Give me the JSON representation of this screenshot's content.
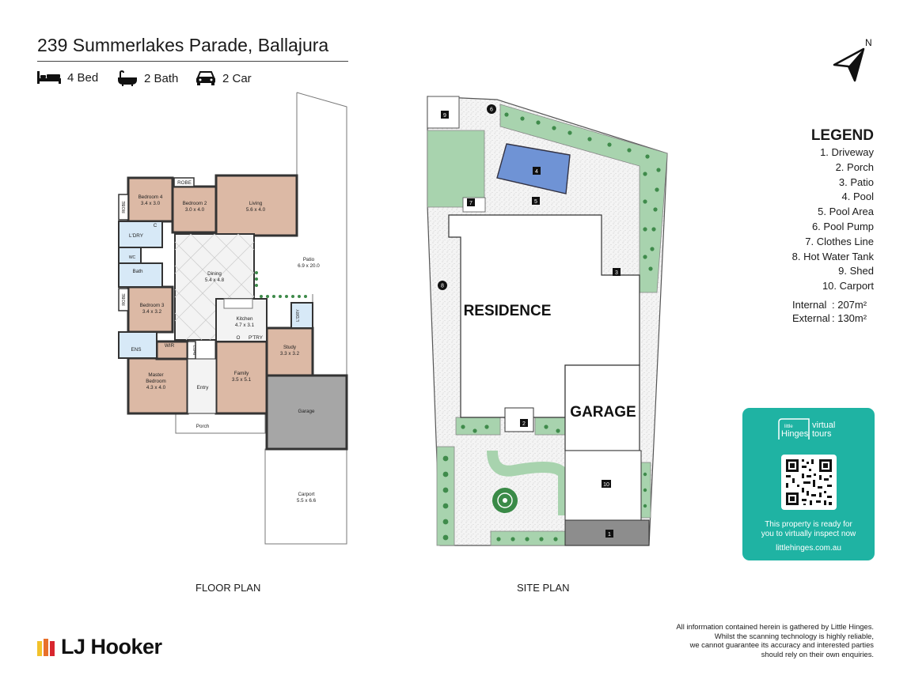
{
  "header": {
    "address": "239 Summerlakes Parade, Ballajura",
    "features": [
      {
        "icon": "bed-icon",
        "label": "4 Bed"
      },
      {
        "icon": "bath-icon",
        "label": "2 Bath"
      },
      {
        "icon": "car-icon",
        "label": "2 Car"
      }
    ]
  },
  "compass": {
    "label": "N"
  },
  "legend": {
    "title": "LEGEND",
    "items": [
      "1. Driveway",
      "2. Porch",
      "3. Patio",
      "4. Pool",
      "5. Pool Area",
      "6. Pool Pump",
      "7. Clothes Line",
      "8. Hot Water Tank",
      "9. Shed",
      "10. Carport"
    ],
    "internal_label": "Internal",
    "internal_value": ": 207m²",
    "external_label": "External",
    "external_value": ": 130m²"
  },
  "floor_plan": {
    "caption": "FLOOR PLAN",
    "rooms": [
      {
        "name": "Bedroom 4",
        "dims": "3.4 x 3.0"
      },
      {
        "name": "Bedroom 2",
        "dims": "3.0 x 4.0"
      },
      {
        "name": "Living",
        "dims": "5.6 x 4.0"
      },
      {
        "name": "Dining",
        "dims": "5.4 x 4.8"
      },
      {
        "name": "Patio",
        "dims": "6.9 x 20.0"
      },
      {
        "name": "Bedroom 3",
        "dims": "3.4 x 3.2"
      },
      {
        "name": "Kitchen",
        "dims": "4.7 x 3.1"
      },
      {
        "name": "Study",
        "dims": "3.3 x 3.2"
      },
      {
        "name": "Master Bedroom",
        "dims": "4.3 x 4.0"
      },
      {
        "name": "Family",
        "dims": "3.5 x 5.1"
      },
      {
        "name": "Carport",
        "dims": "5.5 x 6.6"
      }
    ],
    "labels": {
      "robe": "ROBE",
      "laundry": "L'DRY",
      "c": "C",
      "wc": "WC",
      "bath": "Bath",
      "ens": "ENS",
      "wir": "WIR",
      "cupb": "CUPB",
      "pantry": "P'TRY",
      "o": "O",
      "entry": "Entry",
      "porch": "Porch",
      "garage": "Garage",
      "master": "Master",
      "bedroom": "Bedroom"
    }
  },
  "site_plan": {
    "caption": "SITE PLAN",
    "residence": "RESIDENCE",
    "garage": "GARAGE",
    "markers": [
      "1",
      "2",
      "3",
      "4",
      "5",
      "6",
      "7",
      "8",
      "9",
      "10"
    ]
  },
  "promo": {
    "brand_small": "little",
    "brand_main": "Hinges",
    "brand_right1": "virtual",
    "brand_right2": "tours",
    "message_line1": "This property is ready for",
    "message_line2": "you to virtually inspect now",
    "url": "littlehinges.com.au"
  },
  "footer": {
    "brand": "LJ Hooker",
    "disclaimer": [
      "All information contained herein is gathered by Little Hinges.",
      "Whilst the scanning technology is highly reliable,",
      "we cannot guarantee its accuracy and interested parties",
      "should rely on their own enquiries."
    ]
  },
  "colors": {
    "room_fill": "#dcb9a5",
    "lawn": "#a8d3ae",
    "pool": "#6f93d5",
    "garage_fill": "#a6a6a6",
    "promo": "#1fb3a3",
    "logo_yellow": "#f2c22b",
    "logo_orange": "#e8702a",
    "logo_red": "#d8262e"
  }
}
